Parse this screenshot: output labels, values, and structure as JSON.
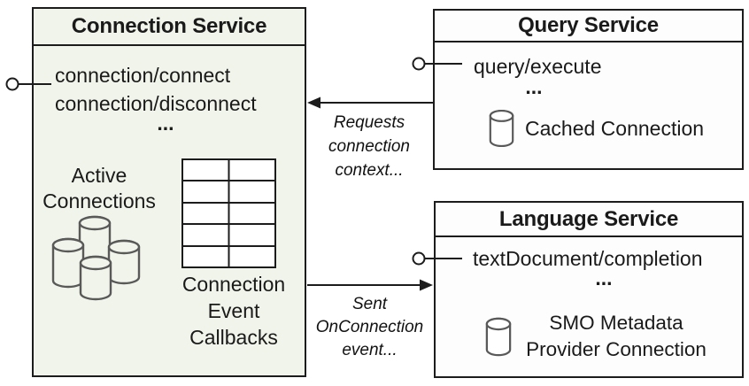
{
  "diagram": {
    "connection_service": {
      "title": "Connection Service",
      "methods": [
        "connection/connect",
        "connection/disconnect"
      ],
      "ellipsis": "...",
      "active_connections_label": "Active Connections",
      "callbacks_label": "Connection Event Callbacks"
    },
    "query_service": {
      "title": "Query Service",
      "methods": [
        "query/execute"
      ],
      "ellipsis": "...",
      "cached_connection_label": "Cached Connection"
    },
    "language_service": {
      "title": "Language Service",
      "methods": [
        "textDocument/completion"
      ],
      "ellipsis": "...",
      "metadata_label_lines": [
        "SMO Metadata",
        "Provider Connection"
      ]
    },
    "arrows": {
      "requests": {
        "label": "Requests connection context...",
        "direction": "query-to-connection"
      },
      "sent": {
        "label": "Sent OnConnection event...",
        "direction": "connection-to-language"
      }
    },
    "colors": {
      "connection_box_fill": "#f1f4ea",
      "service_box_fill": "#fdfdfd",
      "border": "#1c1c1c",
      "icon_stroke": "#595959"
    }
  }
}
